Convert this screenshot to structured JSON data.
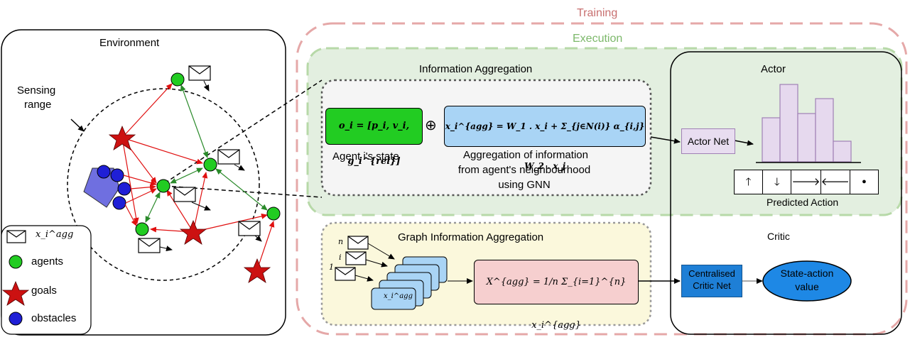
{
  "labels": {
    "training": "Training",
    "execution": "Execution",
    "environment": "Environment",
    "sensing_range": [
      "Sensing",
      "range"
    ],
    "information_aggregation": "Information Aggregation",
    "agent_state_formula": "o_i = [p_i, v_i, g_i^{rel}]",
    "oplus": "⊕",
    "aggregation_formula": "x_i^{agg} = W_1 . x_i + Σ_{j∈N(i)} α_{i,j} W_2 . x_j",
    "agent_state_caption": "Agent i's state",
    "aggregation_caption": [
      "Aggregation of information",
      "from agent's neighbourhood",
      "using GNN"
    ],
    "actor": "Actor",
    "actor_net": "Actor Net",
    "predicted_action": "Predicted Action",
    "critic": "Critic",
    "graph_information_aggregation": "Graph Information Aggregation",
    "global_formula": "X^{agg} = 1/n Σ_{i=1}^{n} x_i^{agg}",
    "critic_net": [
      "Centralised",
      "Critic Net"
    ],
    "state_action_value": [
      "State-action",
      "value"
    ],
    "stack_labels": [
      "n",
      "i",
      "1"
    ],
    "stack_card_label": "x_i^agg"
  },
  "legend": {
    "message_label": "x_i^agg",
    "items": [
      {
        "label": "agents",
        "color": "#22cc22"
      },
      {
        "label": "goals",
        "color": "#cc1111"
      },
      {
        "label": "obstacles",
        "color": "#1111cc"
      }
    ]
  },
  "actions": [
    {
      "icon": "arrow-up-icon",
      "glyph": "🡑"
    },
    {
      "icon": "arrow-down-icon",
      "glyph": "🡓"
    },
    {
      "icon": "arrow-right-icon",
      "glyph": "🡒"
    },
    {
      "icon": "arrow-left-icon",
      "glyph": "🡐"
    },
    {
      "icon": "dot-icon",
      "glyph": "●"
    }
  ],
  "colors": {
    "training_border": "#e5a8a8",
    "execution_bg": "#e3efe0",
    "agent_state_bg": "#22cc22",
    "aggregation_bg": "#a9d4f5",
    "actor_net_bg": "#e8ddf0",
    "histogram_bar": "#e6d9ee",
    "graph_agg_bg": "#fbf8dc",
    "global_formula_bg": "#f6cfcf",
    "critic_net_bg": "#1e7fd6",
    "state_value_bg": "#1e88e5"
  }
}
